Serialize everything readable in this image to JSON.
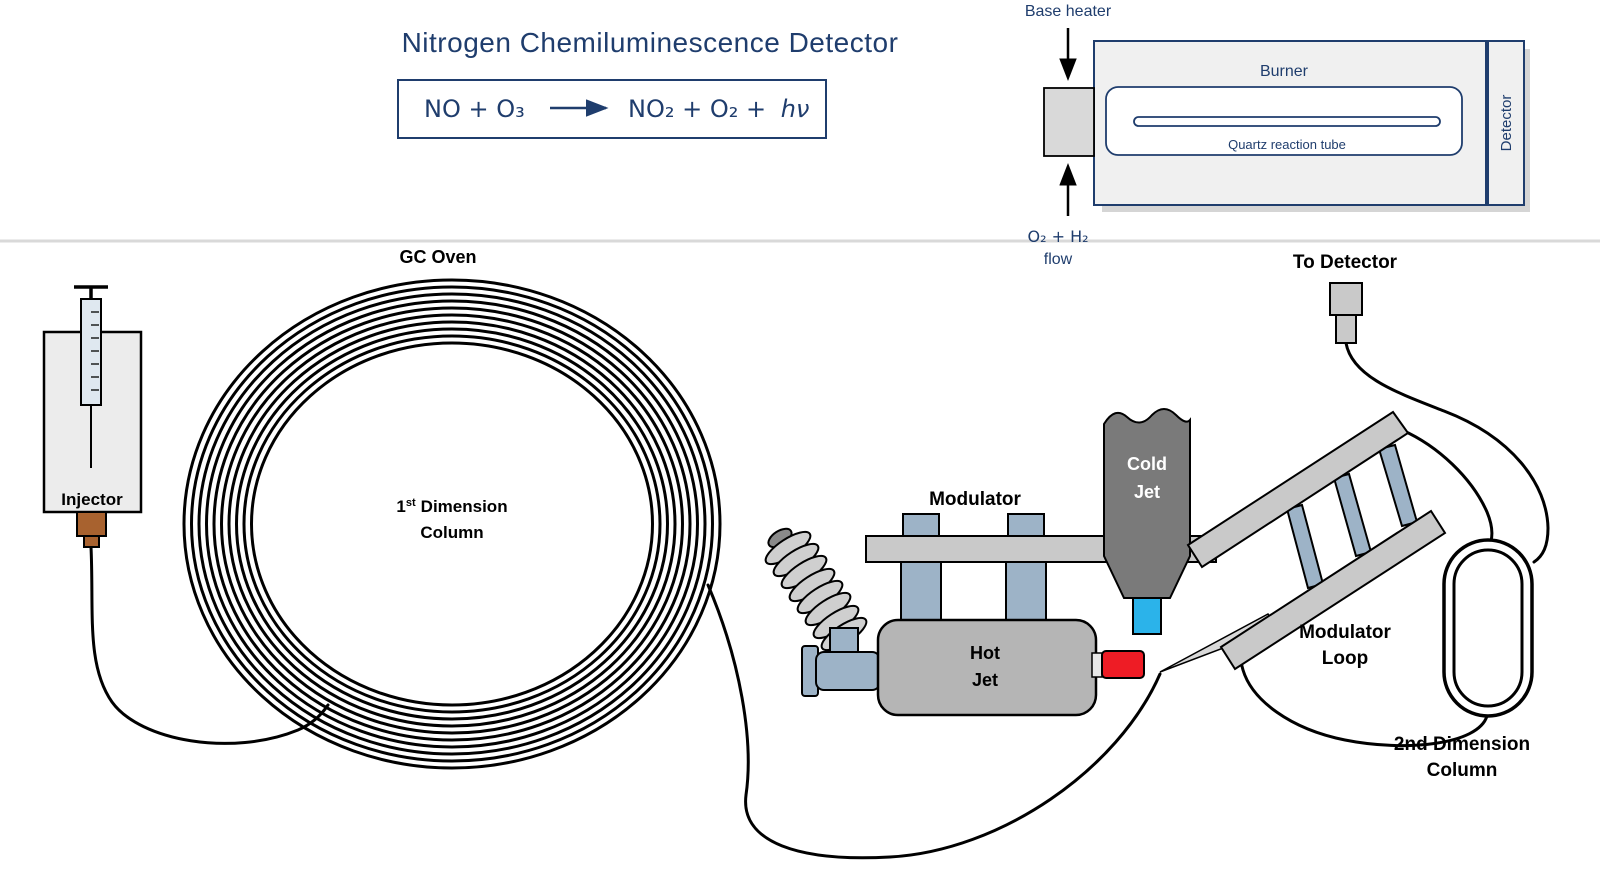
{
  "colors": {
    "navy": "#1f3d6d",
    "light-gray": "#ececec",
    "panel-gray": "#f0f0f0",
    "mid-gray": "#c9c9c9",
    "steel-blue": "#9db3c7",
    "dark-gray": "#7a7a7a",
    "hot-gray": "#b5b5b5",
    "red": "#ee1c25",
    "blue": "#2bb3ea",
    "brown": "#a8622f",
    "divider": "#d9d9d9"
  },
  "ncd": {
    "title": "Nitrogen Chemiluminescence Detector",
    "equation": {
      "left": "NO + O₃",
      "right": "NO₂ + O₂ +",
      "photon": "hν"
    },
    "schematic": {
      "base_heater_label": "Base heater",
      "burner_label": "Burner",
      "quartz_tube_label": "Quartz reaction tube",
      "detector_label": "Detector",
      "flow_label_line1": "O₂ + H₂",
      "flow_label_line2": "flow"
    }
  },
  "gcgc": {
    "gc_oven_label": "GC Oven",
    "injector_label": "Injector",
    "first_column": {
      "num": "1",
      "ordinal": "st",
      "rest": "Dimension",
      "line2": "Column"
    },
    "modulator_label": "Modulator",
    "cold_jet": {
      "line1": "Cold",
      "line2": "Jet"
    },
    "hot_jet": {
      "line1": "Hot",
      "line2": "Jet"
    },
    "modulator_loop": {
      "line1": "Modulator",
      "line2": "Loop"
    },
    "to_detector_label": "To Detector",
    "second_column": {
      "line1": "2nd Dimension",
      "line2": "Column"
    }
  }
}
